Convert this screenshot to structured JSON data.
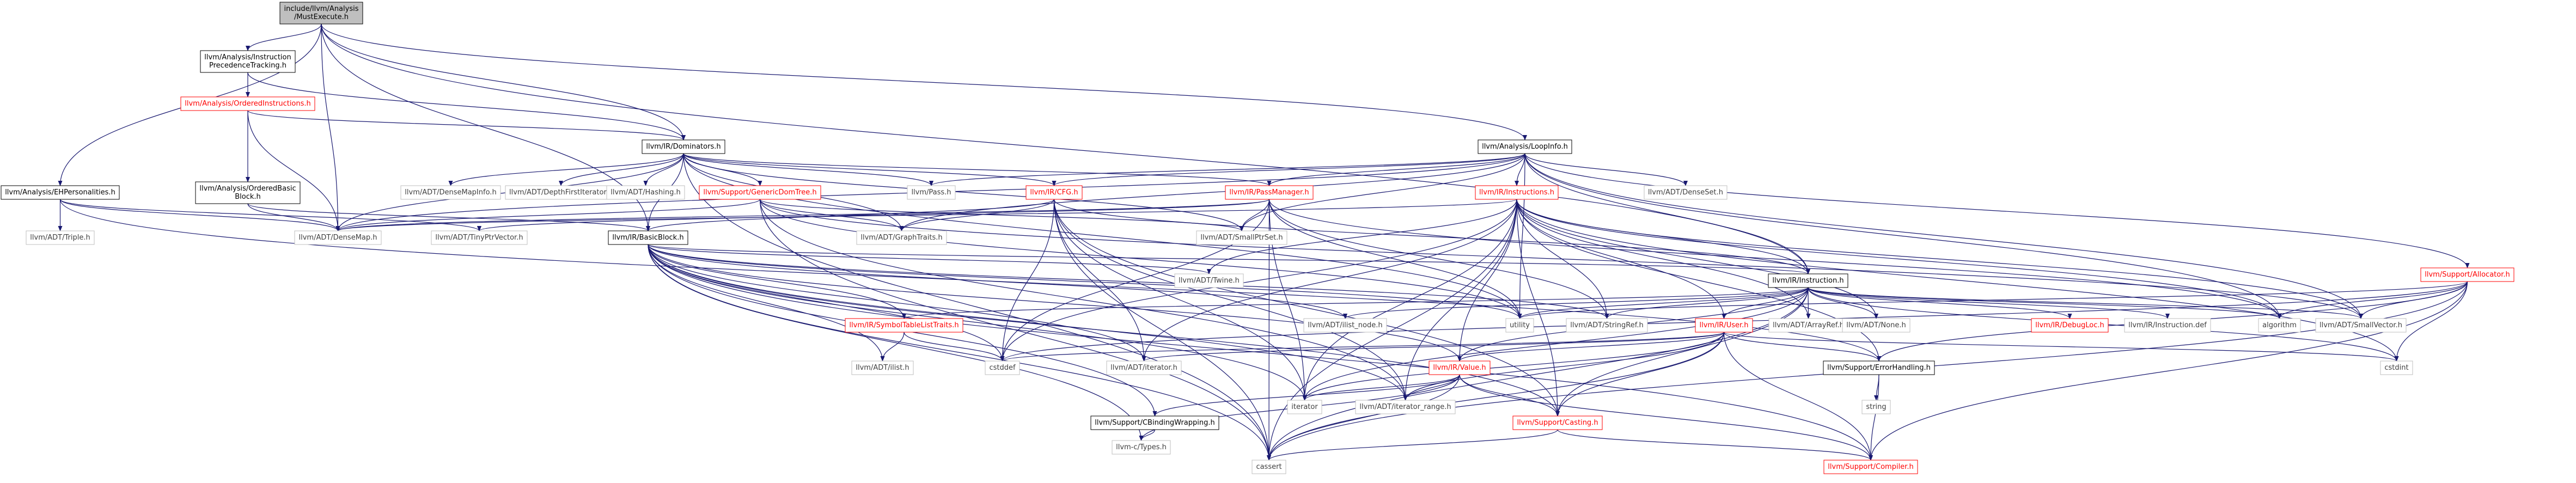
{
  "nodes": [
    {
      "id": "root",
      "lines": [
        "include/llvm/Analysis",
        "/MustExecute.h"
      ],
      "style": "root"
    },
    {
      "id": "iptracking",
      "lines": [
        "llvm/Analysis/Instruction",
        "PrecedenceTracking.h"
      ],
      "style": "normal"
    },
    {
      "id": "oinstructions",
      "lines": [
        "llvm/Analysis/OrderedInstructions.h"
      ],
      "style": "red"
    },
    {
      "id": "obb",
      "lines": [
        "llvm/Analysis/OrderedBasic",
        "Block.h"
      ],
      "style": "normal"
    },
    {
      "id": "ehpers",
      "lines": [
        "llvm/Analysis/EHPersonalities.h"
      ],
      "style": "normal"
    },
    {
      "id": "triple",
      "lines": [
        "llvm/ADT/Triple.h"
      ],
      "style": "gray"
    },
    {
      "id": "dominators",
      "lines": [
        "llvm/IR/Dominators.h"
      ],
      "style": "normal"
    },
    {
      "id": "loopinfo",
      "lines": [
        "llvm/Analysis/LoopInfo.h"
      ],
      "style": "normal"
    },
    {
      "id": "densemapinfo",
      "lines": [
        "llvm/ADT/DenseMapInfo.h"
      ],
      "style": "gray"
    },
    {
      "id": "dfi",
      "lines": [
        "llvm/ADT/DepthFirstIterator.h"
      ],
      "style": "gray"
    },
    {
      "id": "hashing",
      "lines": [
        "llvm/ADT/Hashing.h"
      ],
      "style": "gray"
    },
    {
      "id": "gendomtree",
      "lines": [
        "llvm/Support/GenericDomTree.h"
      ],
      "style": "red"
    },
    {
      "id": "pass",
      "lines": [
        "llvm/Pass.h"
      ],
      "style": "gray"
    },
    {
      "id": "cfg",
      "lines": [
        "llvm/IR/CFG.h"
      ],
      "style": "red"
    },
    {
      "id": "passmanager",
      "lines": [
        "llvm/IR/PassManager.h"
      ],
      "style": "red"
    },
    {
      "id": "instructions",
      "lines": [
        "llvm/IR/Instructions.h"
      ],
      "style": "red"
    },
    {
      "id": "denseset",
      "lines": [
        "llvm/ADT/DenseSet.h"
      ],
      "style": "gray"
    },
    {
      "id": "allocator",
      "lines": [
        "llvm/Support/Allocator.h"
      ],
      "style": "red"
    },
    {
      "id": "densemap",
      "lines": [
        "llvm/ADT/DenseMap.h"
      ],
      "style": "gray"
    },
    {
      "id": "tinyptrvector",
      "lines": [
        "llvm/ADT/TinyPtrVector.h"
      ],
      "style": "gray"
    },
    {
      "id": "basicblock",
      "lines": [
        "llvm/IR/BasicBlock.h"
      ],
      "style": "normal"
    },
    {
      "id": "graphtraits",
      "lines": [
        "llvm/ADT/GraphTraits.h"
      ],
      "style": "gray"
    },
    {
      "id": "smallptrset",
      "lines": [
        "llvm/ADT/SmallPtrSet.h"
      ],
      "style": "gray"
    },
    {
      "id": "twine",
      "lines": [
        "llvm/ADT/Twine.h"
      ],
      "style": "gray"
    },
    {
      "id": "instruction",
      "lines": [
        "llvm/IR/Instruction.h"
      ],
      "style": "normal"
    },
    {
      "id": "ilistnode",
      "lines": [
        "llvm/ADT/ilist_node.h"
      ],
      "style": "gray"
    },
    {
      "id": "utility",
      "lines": [
        "utility"
      ],
      "style": "gray"
    },
    {
      "id": "stringref",
      "lines": [
        "llvm/ADT/StringRef.h"
      ],
      "style": "gray"
    },
    {
      "id": "user",
      "lines": [
        "llvm/IR/User.h"
      ],
      "style": "red"
    },
    {
      "id": "arrayref",
      "lines": [
        "llvm/ADT/ArrayRef.h"
      ],
      "style": "gray"
    },
    {
      "id": "none",
      "lines": [
        "llvm/ADT/None.h"
      ],
      "style": "gray"
    },
    {
      "id": "debugloc",
      "lines": [
        "llvm/IR/DebugLoc.h"
      ],
      "style": "red"
    },
    {
      "id": "instructiondef",
      "lines": [
        "llvm/IR/Instruction.def"
      ],
      "style": "gray"
    },
    {
      "id": "algorithm",
      "lines": [
        "algorithm"
      ],
      "style": "gray"
    },
    {
      "id": "smallvector",
      "lines": [
        "llvm/ADT/SmallVector.h"
      ],
      "style": "gray"
    },
    {
      "id": "symtabtraits",
      "lines": [
        "llvm/IR/SymbolTableListTraits.h"
      ],
      "style": "red"
    },
    {
      "id": "ilist",
      "lines": [
        "llvm/ADT/ilist.h"
      ],
      "style": "gray"
    },
    {
      "id": "cstddef",
      "lines": [
        "cstddef"
      ],
      "style": "gray"
    },
    {
      "id": "adtiterator",
      "lines": [
        "llvm/ADT/iterator.h"
      ],
      "style": "gray"
    },
    {
      "id": "value",
      "lines": [
        "llvm/IR/Value.h"
      ],
      "style": "red"
    },
    {
      "id": "errorhandling",
      "lines": [
        "llvm/Support/ErrorHandling.h"
      ],
      "style": "normal"
    },
    {
      "id": "cstdint",
      "lines": [
        "cstdint"
      ],
      "style": "gray"
    },
    {
      "id": "string",
      "lines": [
        "string"
      ],
      "style": "gray"
    },
    {
      "id": "iterator",
      "lines": [
        "iterator"
      ],
      "style": "gray"
    },
    {
      "id": "iteratorrange",
      "lines": [
        "llvm/ADT/iterator_range.h"
      ],
      "style": "gray"
    },
    {
      "id": "cbinding",
      "lines": [
        "llvm/Support/CBindingWrapping.h"
      ],
      "style": "normal"
    },
    {
      "id": "casting",
      "lines": [
        "llvm/Support/Casting.h"
      ],
      "style": "red"
    },
    {
      "id": "ctypes",
      "lines": [
        "llvm-c/Types.h"
      ],
      "style": "gray"
    },
    {
      "id": "cassert",
      "lines": [
        "cassert"
      ],
      "style": "gray"
    },
    {
      "id": "compiler",
      "lines": [
        "llvm/Support/Compiler.h"
      ],
      "style": "red"
    }
  ],
  "edges": [
    [
      "root",
      "iptracking"
    ],
    [
      "root",
      "ehpers"
    ],
    [
      "root",
      "dominators"
    ],
    [
      "root",
      "loopinfo"
    ],
    [
      "root",
      "densemap"
    ],
    [
      "root",
      "basicblock"
    ],
    [
      "root",
      "instruction"
    ],
    [
      "iptracking",
      "oinstructions"
    ],
    [
      "iptracking",
      "dominators"
    ],
    [
      "oinstructions",
      "obb"
    ],
    [
      "oinstructions",
      "dominators"
    ],
    [
      "oinstructions",
      "densemap"
    ],
    [
      "obb",
      "densemap"
    ],
    [
      "obb",
      "basicblock"
    ],
    [
      "ehpers",
      "triple"
    ],
    [
      "ehpers",
      "tinyptrvector"
    ],
    [
      "ehpers",
      "densemap"
    ],
    [
      "ehpers",
      "errorhandling"
    ],
    [
      "dominators",
      "densemapinfo"
    ],
    [
      "dominators",
      "dfi"
    ],
    [
      "dominators",
      "hashing"
    ],
    [
      "dominators",
      "gendomtree"
    ],
    [
      "dominators",
      "pass"
    ],
    [
      "dominators",
      "cfg"
    ],
    [
      "dominators",
      "passmanager"
    ],
    [
      "dominators",
      "densemap"
    ],
    [
      "dominators",
      "basicblock"
    ],
    [
      "dominators",
      "graphtraits"
    ],
    [
      "dominators",
      "smallptrset"
    ],
    [
      "dominators",
      "cassert"
    ],
    [
      "dominators",
      "utility"
    ],
    [
      "loopinfo",
      "pass"
    ],
    [
      "loopinfo",
      "cfg"
    ],
    [
      "loopinfo",
      "passmanager"
    ],
    [
      "loopinfo",
      "instructions"
    ],
    [
      "loopinfo",
      "denseset"
    ],
    [
      "loopinfo",
      "allocator"
    ],
    [
      "loopinfo",
      "densemap"
    ],
    [
      "loopinfo",
      "graphtraits"
    ],
    [
      "loopinfo",
      "smallptrset"
    ],
    [
      "loopinfo",
      "instruction"
    ],
    [
      "loopinfo",
      "smallvector"
    ],
    [
      "loopinfo",
      "algorithm"
    ],
    [
      "loopinfo",
      "utility"
    ],
    [
      "gendomtree",
      "densemap"
    ],
    [
      "gendomtree",
      "graphtraits"
    ],
    [
      "gendomtree",
      "smallptrset"
    ],
    [
      "gendomtree",
      "smallvector"
    ],
    [
      "gendomtree",
      "cassert"
    ],
    [
      "gendomtree",
      "utility"
    ],
    [
      "gendomtree",
      "iteratorrange"
    ],
    [
      "cfg",
      "graphtraits"
    ],
    [
      "cfg",
      "basicblock"
    ],
    [
      "cfg",
      "instruction"
    ],
    [
      "cfg",
      "adtiterator"
    ],
    [
      "cfg",
      "iteratorrange"
    ],
    [
      "cfg",
      "cassert"
    ],
    [
      "cfg",
      "cstddef"
    ],
    [
      "cfg",
      "iterator"
    ],
    [
      "cfg",
      "casting"
    ],
    [
      "passmanager",
      "densemap"
    ],
    [
      "passmanager",
      "smallptrset"
    ],
    [
      "passmanager",
      "stringref"
    ],
    [
      "passmanager",
      "tinyptrvector"
    ],
    [
      "passmanager",
      "iterator"
    ],
    [
      "passmanager",
      "utility"
    ],
    [
      "passmanager",
      "algorithm"
    ],
    [
      "passmanager",
      "cassert"
    ],
    [
      "passmanager",
      "cstddef"
    ],
    [
      "instructions",
      "densemap"
    ],
    [
      "instructions",
      "twine"
    ],
    [
      "instructions",
      "instruction"
    ],
    [
      "instructions",
      "stringref"
    ],
    [
      "instructions",
      "smallvector"
    ],
    [
      "instructions",
      "user"
    ],
    [
      "instructions",
      "value"
    ],
    [
      "instructions",
      "cassert"
    ],
    [
      "instructions",
      "casting"
    ],
    [
      "instructions",
      "errorhandling"
    ],
    [
      "instructions",
      "iterator"
    ],
    [
      "instructions",
      "adtiterator"
    ],
    [
      "instructions",
      "none"
    ],
    [
      "instructions",
      "arrayref"
    ],
    [
      "instructions",
      "iteratorrange"
    ],
    [
      "instructions",
      "cstdint"
    ],
    [
      "instructions",
      "cstddef"
    ],
    [
      "instructions",
      "algorithm"
    ],
    [
      "allocator",
      "smallvector"
    ],
    [
      "allocator",
      "compiler"
    ],
    [
      "allocator",
      "errorhandling"
    ],
    [
      "allocator",
      "cassert"
    ],
    [
      "allocator",
      "algorithm"
    ],
    [
      "allocator",
      "cstddef"
    ],
    [
      "allocator",
      "cstdint"
    ],
    [
      "allocator",
      "utility"
    ],
    [
      "basicblock",
      "twine"
    ],
    [
      "basicblock",
      "ilistnode"
    ],
    [
      "basicblock",
      "instruction"
    ],
    [
      "basicblock",
      "symtabtraits"
    ],
    [
      "basicblock",
      "ilist"
    ],
    [
      "basicblock",
      "value"
    ],
    [
      "basicblock",
      "cbinding"
    ],
    [
      "basicblock",
      "casting"
    ],
    [
      "basicblock",
      "compiler"
    ],
    [
      "basicblock",
      "cassert"
    ],
    [
      "basicblock",
      "cstddef"
    ],
    [
      "basicblock",
      "iterator"
    ],
    [
      "basicblock",
      "adtiterator"
    ],
    [
      "basicblock",
      "iteratorrange"
    ],
    [
      "basicblock",
      "ctypes"
    ],
    [
      "basicblock",
      "stringref"
    ],
    [
      "basicblock",
      "utility"
    ],
    [
      "instruction",
      "ilistnode"
    ],
    [
      "instruction",
      "utility"
    ],
    [
      "instruction",
      "stringref"
    ],
    [
      "instruction",
      "user"
    ],
    [
      "instruction",
      "arrayref"
    ],
    [
      "instruction",
      "none"
    ],
    [
      "instruction",
      "debugloc"
    ],
    [
      "instruction",
      "instructiondef"
    ],
    [
      "instruction",
      "algorithm"
    ],
    [
      "instruction",
      "smallvector"
    ],
    [
      "instruction",
      "symtabtraits"
    ],
    [
      "instruction",
      "cassert"
    ],
    [
      "instruction",
      "casting"
    ],
    [
      "instruction",
      "cstdint"
    ],
    [
      "instruction",
      "value"
    ],
    [
      "instruction",
      "iterator"
    ],
    [
      "user",
      "iteratorrange"
    ],
    [
      "user",
      "adtiterator"
    ],
    [
      "user",
      "value"
    ],
    [
      "user",
      "casting"
    ],
    [
      "user",
      "compiler"
    ],
    [
      "user",
      "errorhandling"
    ],
    [
      "user",
      "cassert"
    ],
    [
      "user",
      "cstddef"
    ],
    [
      "user",
      "cstdint"
    ],
    [
      "user",
      "iterator"
    ],
    [
      "symtabtraits",
      "ilist"
    ],
    [
      "symtabtraits",
      "cstddef"
    ],
    [
      "value",
      "iteratorrange"
    ],
    [
      "value",
      "cbinding"
    ],
    [
      "value",
      "casting"
    ],
    [
      "value",
      "compiler"
    ],
    [
      "value",
      "cassert"
    ],
    [
      "value",
      "iterator"
    ],
    [
      "value",
      "ctypes"
    ],
    [
      "errorhandling",
      "string"
    ],
    [
      "errorhandling",
      "compiler"
    ],
    [
      "cbinding",
      "ctypes"
    ],
    [
      "casting",
      "cassert"
    ],
    [
      "casting",
      "compiler"
    ]
  ]
}
